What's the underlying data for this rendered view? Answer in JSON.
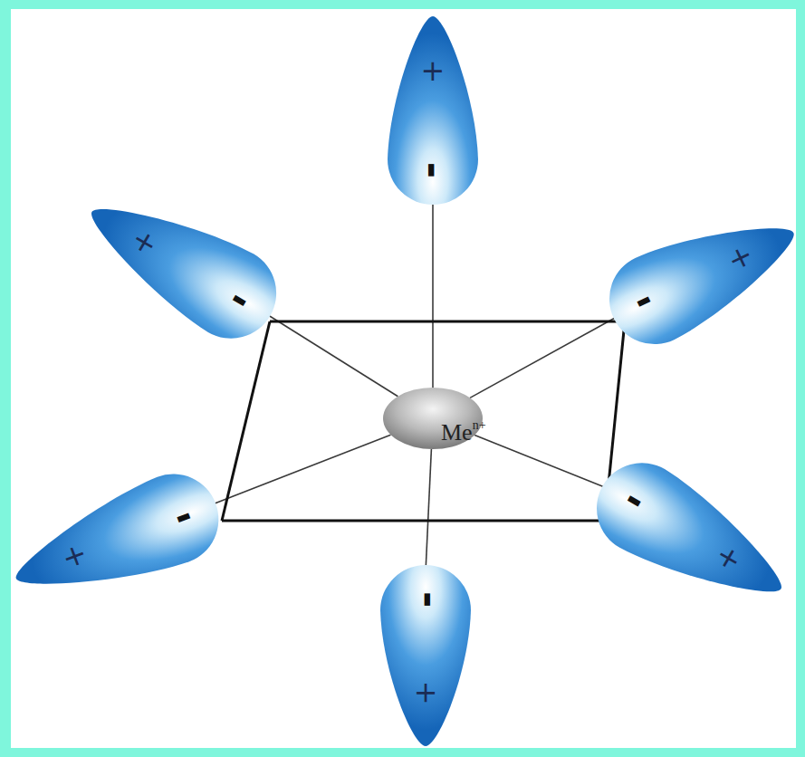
{
  "diagram": {
    "nodes": [
      {
        "text": [
          "Me",
          "n+"
        ]
      },
      {
        "text": [
          "+",
          "-"
        ]
      },
      {
        "text": [
          "+",
          "-"
        ]
      },
      {
        "text": [
          "+",
          "-"
        ]
      },
      {
        "text": [
          "+",
          "-"
        ]
      },
      {
        "text": [
          "+",
          "-"
        ]
      },
      {
        "text": [
          "+",
          "-"
        ]
      }
    ],
    "edges": [
      {
        "from": 0,
        "to": 1,
        "arrow": "none"
      },
      {
        "from": 0,
        "to": 2,
        "arrow": "none"
      },
      {
        "from": 0,
        "to": 3,
        "arrow": "none"
      },
      {
        "from": 0,
        "to": 4,
        "arrow": "none"
      },
      {
        "from": 0,
        "to": 5,
        "arrow": "none"
      },
      {
        "from": 0,
        "to": 6,
        "arrow": "none"
      },
      {
        "from": 2,
        "to": 3,
        "arrow": "none"
      },
      {
        "from": 3,
        "to": 5,
        "arrow": "none"
      },
      {
        "from": 5,
        "to": 4,
        "arrow": "none"
      },
      {
        "from": 4,
        "to": 2,
        "arrow": "none"
      }
    ]
  }
}
